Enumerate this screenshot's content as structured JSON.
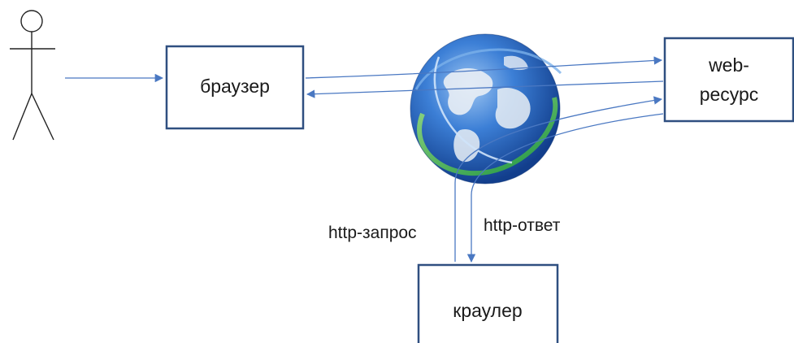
{
  "diagram": {
    "nodes": {
      "browser": {
        "label": "браузер"
      },
      "web_resource": {
        "label_line1": "web-",
        "label_line2": "ресурс"
      },
      "crawler": {
        "label": "краулер"
      }
    },
    "edge_labels": {
      "request": "http-запрос",
      "response": "http-ответ"
    },
    "colors": {
      "box_border": "#2f4f80",
      "arrow": "#4a78c2",
      "globe_blue": "#1f57b5",
      "globe_land": "#e9eef5",
      "ring_green": "#3fbf3f"
    },
    "icons": [
      "user-stick-figure-icon",
      "globe-icon"
    ]
  }
}
